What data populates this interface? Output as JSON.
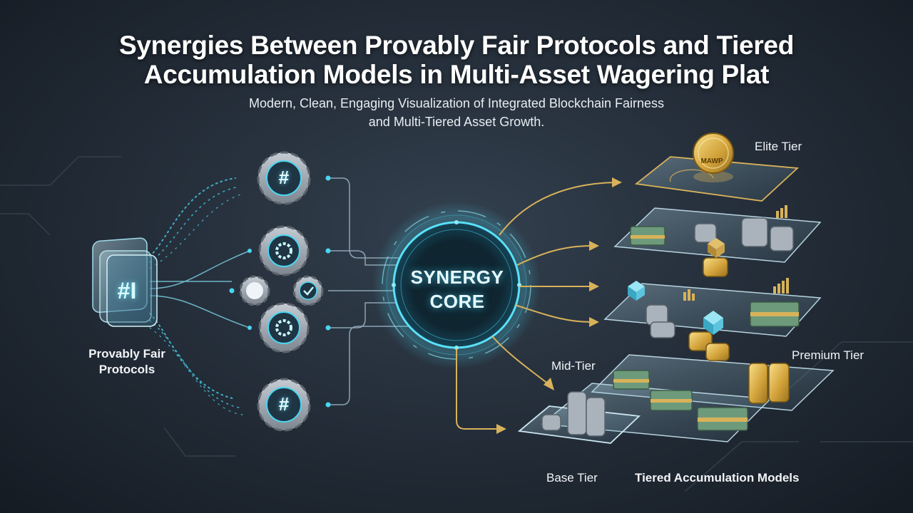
{
  "header": {
    "title_line1": "Synergies Between Provably Fair Protocols and Tiered",
    "title_line2": "Accumulation Models in Multi-Asset Wagering Plat",
    "subtitle_line1": "Modern, Clean, Engaging Visualization of Integrated Blockchain Fairness",
    "subtitle_line2": "and Multi-Tiered Asset Growth."
  },
  "left": {
    "label_line1": "Provably Fair",
    "label_line2": "Protocols",
    "block_glyph": "#I",
    "gear_glyph_hash": "#"
  },
  "core": {
    "line1": "SYNERGY",
    "line2": "CORE"
  },
  "tiers": {
    "elite": "Elite Tier",
    "premium": "Premium Tier",
    "mid": "Mid-Tier",
    "base": "Base Tier",
    "section_label": "Tiered Accumulation Models",
    "coin_text": "MAWP"
  },
  "colors": {
    "accent_cyan": "#49d6f2",
    "accent_gold": "#d8b25a",
    "background": "#242d38"
  },
  "icons": [
    "hash-gear-icon",
    "settings-gear-icon",
    "check-gear-icon",
    "toggle-icon",
    "coin-icon",
    "cash-stack-icon",
    "cube-icon",
    "bar-chart-icon"
  ]
}
